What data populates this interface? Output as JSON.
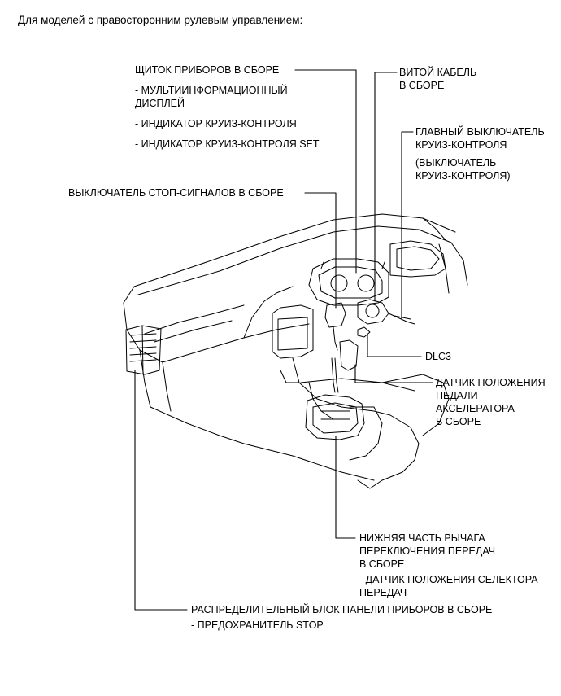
{
  "header": "Для моделей с правосторонним рулевым управлением:",
  "labels": {
    "cluster_l1": "ЩИТОК ПРИБОРОВ В СБОРЕ",
    "cluster_l2": "- МУЛЬТИИНФОРМАЦИОННЫЙ",
    "cluster_l3": "ДИСПЛЕЙ",
    "cluster_l4": "- ИНДИКАТОР КРУИЗ-КОНТРОЛЯ",
    "cluster_l5": "- ИНДИКАТОР КРУИЗ-КОНТРОЛЯ SET",
    "spiral_l1": "ВИТОЙ КАБЕЛЬ",
    "spiral_l2": "В СБОРЕ",
    "main_sw_l1": "ГЛАВНЫЙ ВЫКЛЮЧАТЕЛЬ",
    "main_sw_l2": "КРУИЗ-КОНТРОЛЯ",
    "main_sw_l3": "(ВЫКЛЮЧАТЕЛЬ",
    "main_sw_l4": "КРУИЗ-КОНТРОЛЯ)",
    "stop_sw": "ВЫКЛЮЧАТЕЛЬ СТОП-СИГНАЛОВ В СБОРЕ",
    "dlc3": "DLC3",
    "pedal_l1": "ДАТЧИК ПОЛОЖЕНИЯ",
    "pedal_l2": "ПЕДАЛИ",
    "pedal_l3": "АКСЕЛЕРАТОРА",
    "pedal_l4": "В СБОРЕ",
    "shift_l1": "НИЖНЯЯ ЧАСТЬ РЫЧАГА",
    "shift_l2": "ПЕРЕКЛЮЧЕНИЯ ПЕРЕДАЧ",
    "shift_l3": "В СБОРЕ",
    "shift_l4": "- ДАТЧИК ПОЛОЖЕНИЯ СЕЛЕКТОРА",
    "shift_l5": "ПЕРЕДАЧ",
    "jb_l1": "РАСПРЕДЕЛИТЕЛЬНЫЙ БЛОК ПАНЕЛИ ПРИБОРОВ В СБОРЕ",
    "jb_l2": "- ПРЕДОХРАНИТЕЛЬ STOP"
  }
}
